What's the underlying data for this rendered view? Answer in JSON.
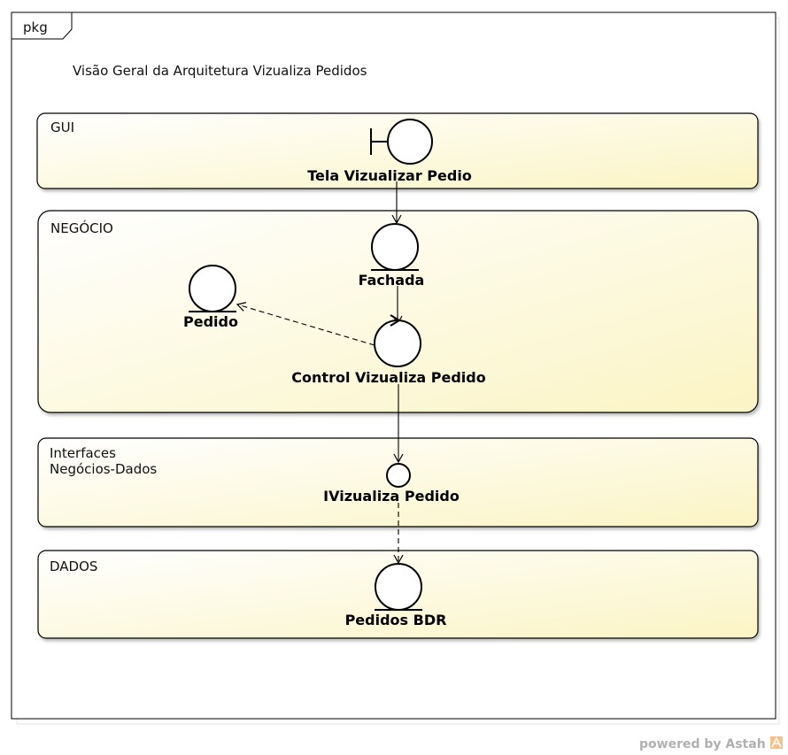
{
  "frame": {
    "tab_label": "pkg",
    "title": "Visão Geral da Arquitetura Vizualiza Pedidos"
  },
  "packages": {
    "gui": {
      "label": "GUI"
    },
    "negocio": {
      "label": "NEGÓCIO"
    },
    "interfaces": {
      "label_line1": "Interfaces",
      "label_line2": "Negócios-Dados"
    },
    "dados": {
      "label": "DADOS"
    }
  },
  "elements": {
    "tela": {
      "label": "Tela Vizualizar Pedio",
      "kind": "boundary"
    },
    "fachada": {
      "label": "Fachada",
      "kind": "entity"
    },
    "pedido": {
      "label": "Pedido",
      "kind": "entity"
    },
    "control": {
      "label": "Control Vizualiza Pedido",
      "kind": "control"
    },
    "ivizualiza": {
      "label": "IVizualiza Pedido",
      "kind": "interface"
    },
    "pedidos_bdr": {
      "label": "Pedidos BDR",
      "kind": "entity"
    }
  },
  "footer": {
    "text": "powered by Astah"
  },
  "colors": {
    "package_fill_start": "#fffbea",
    "package_fill_end": "#fdf6c7",
    "stroke": "#000000"
  }
}
